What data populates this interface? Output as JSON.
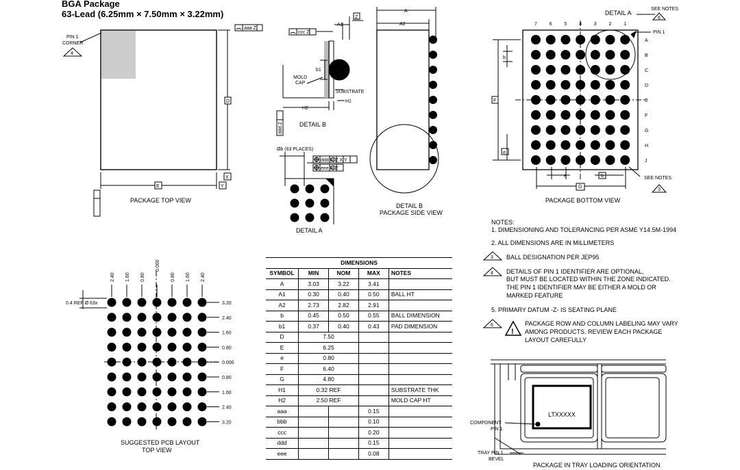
{
  "header": {
    "title": "BGA Package",
    "subtitle": "63-Lead (6.25mm × 7.50mm × 3.22mm)"
  },
  "top_view": {
    "pin1_corner": [
      "PIN 1",
      "CORNER"
    ],
    "note_4": "4",
    "aaa_z": "aaa Z",
    "d": "D",
    "e": "E",
    "x": "X",
    "y": "Y",
    "caption": "PACKAGE TOP VIEW"
  },
  "detail_b": {
    "a1": "A1",
    "z": "Z",
    "ccc_z": "ccc Z",
    "b1": "b1",
    "mold_cap": [
      "MOLD",
      "CAP"
    ],
    "substrate": "SUBSTRATE",
    "h2": "H2",
    "h1": "H1",
    "ddd_z": "ddd Z",
    "caption": "DETAIL B"
  },
  "side_view": {
    "a": "A",
    "a2": "A2",
    "caption": [
      "DETAIL B",
      "PACKAGE SIDE VIEW"
    ]
  },
  "detail_a_small": {
    "places": "Øb (63 PLACES)",
    "fcf1": "ddd M Z X Y",
    "fcf2": "eee M Z",
    "caption": "DETAIL A"
  },
  "bottom_view": {
    "detail_a": "DETAIL A",
    "see_notes_top": "SEE NOTES",
    "note_6": "6",
    "pin1": "PIN 1",
    "columns": [
      "7",
      "6",
      "5",
      "4",
      "3",
      "2",
      "1"
    ],
    "rows": [
      "A",
      "B",
      "C",
      "D",
      "E",
      "F",
      "G",
      "H",
      "J"
    ],
    "b": "b",
    "f": "F",
    "e": "e",
    "e2": "e",
    "b2": "b",
    "g": "G",
    "see_notes_bottom": "SEE NOTES",
    "note_3": "3",
    "caption": "PACKAGE BOTTOM VIEW"
  },
  "pcb_layout": {
    "top_labels": [
      "2.40",
      "1.60",
      "0.80",
      "0.000",
      "0.80",
      "1.60",
      "2.40"
    ],
    "right_labels": [
      "3.20",
      "2.40",
      "1.60",
      "0.80",
      "0.000",
      "0.80",
      "1.60",
      "2.40",
      "3.20"
    ],
    "ref": "0.4 REF Ø 63x",
    "caption": [
      "SUGGESTED PCB LAYOUT",
      "TOP VIEW"
    ]
  },
  "dimensions": {
    "title": "DIMENSIONS",
    "headers": [
      "SYMBOL",
      "MIN",
      "NOM",
      "MAX",
      "NOTES"
    ],
    "rows": [
      {
        "sym": "A",
        "min": "3.03",
        "nom": "3.22",
        "max": "3.41",
        "note": ""
      },
      {
        "sym": "A1",
        "min": "0.30",
        "nom": "0.40",
        "max": "0.50",
        "note": "BALL HT"
      },
      {
        "sym": "A2",
        "min": "2.73",
        "nom": "2.82",
        "max": "2.91",
        "note": ""
      },
      {
        "sym": "b",
        "min": "0.45",
        "nom": "0.50",
        "max": "0.55",
        "note": "BALL DIMENSION"
      },
      {
        "sym": "b1",
        "min": "0.37",
        "nom": "0.40",
        "max": "0.43",
        "note": "PAD DIMENSION"
      },
      {
        "sym": "D",
        "span": "7.50",
        "max": "",
        "note": ""
      },
      {
        "sym": "E",
        "span": "6.25",
        "max": "",
        "note": ""
      },
      {
        "sym": "e",
        "span": "0.80",
        "max": "",
        "note": ""
      },
      {
        "sym": "F",
        "span": "6.40",
        "max": "",
        "note": ""
      },
      {
        "sym": "G",
        "span": "4.80",
        "max": "",
        "note": ""
      },
      {
        "sym": "H1",
        "span": "0.32 REF",
        "max": "",
        "note": "SUBSTRATE THK"
      },
      {
        "sym": "H2",
        "span": "2.50 REF",
        "max": "",
        "note": "MOLD CAP HT"
      },
      {
        "sym": "aaa",
        "min": "",
        "nom": "",
        "max": "0.15",
        "note": ""
      },
      {
        "sym": "bbb",
        "min": "",
        "nom": "",
        "max": "0.10",
        "note": ""
      },
      {
        "sym": "ccc",
        "min": "",
        "nom": "",
        "max": "0.20",
        "note": ""
      },
      {
        "sym": "ddd",
        "min": "",
        "nom": "",
        "max": "0.15",
        "note": ""
      },
      {
        "sym": "eee",
        "min": "",
        "nom": "",
        "max": "0.08",
        "note": ""
      }
    ]
  },
  "notes": {
    "heading": "NOTES:",
    "n1": "1. DIMENSIONING AND TOLERANCING PER ASME Y14.5M-1994",
    "n2": "2. ALL DIMENSIONS ARE IN MILLIMETERS",
    "n3_num": "3",
    "n3": "BALL DESIGNATION PER JEP95",
    "n4_num": "4",
    "n4": [
      "DETAILS OF PIN 1 IDENTIFIER ARE OPTIONAL,",
      "BUT MUST BE LOCATED WITHIN THE ZONE INDICATED.",
      "THE PIN 1 IDENTIFIER MAY BE EITHER A MOLD OR",
      "MARKED FEATURE"
    ],
    "n5": "5. PRIMARY DATUM -Z- IS SEATING PLANE",
    "n6_num": "6",
    "n6": [
      "PACKAGE ROW AND COLUMN LABELING MAY VARY",
      "AMONG PRODUCTS. REVIEW EACH PACKAGE",
      "LAYOUT CAREFULLY"
    ]
  },
  "tray": {
    "marking": "LTXXXXX",
    "component_pin1": [
      "COMPONENT",
      "PIN 1"
    ],
    "tray_pin1": [
      "TRAY PIN 1",
      "BEVEL"
    ],
    "caption": "PACKAGE IN TRAY LOADING ORIENTATION"
  }
}
